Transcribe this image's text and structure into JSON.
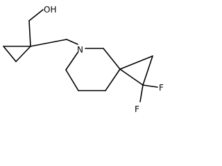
{
  "molecule": {
    "atoms": {
      "oh": "OH",
      "n": "N",
      "f1": "F",
      "f2": "F"
    },
    "colors": {
      "bond": "#000000",
      "text": "#000000",
      "background": "#ffffff"
    }
  }
}
